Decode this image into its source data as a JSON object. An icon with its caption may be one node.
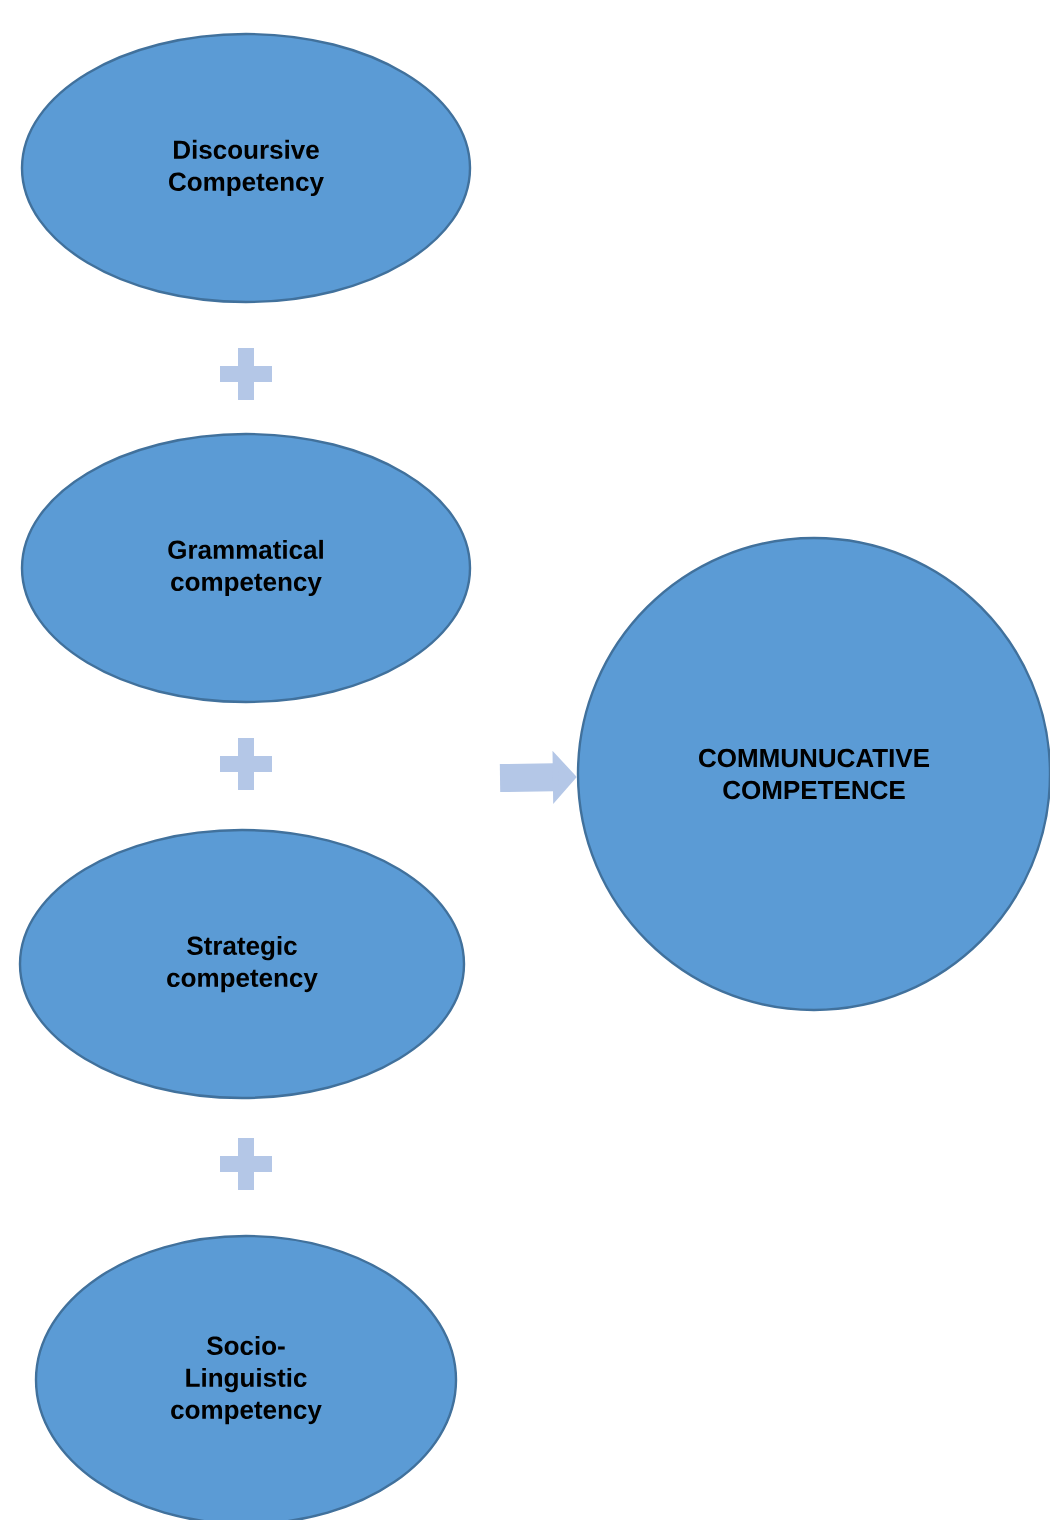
{
  "diagram": {
    "nodes": [
      {
        "text": [
          "Discoursive Competency"
        ]
      },
      {
        "text": [
          "Grammatical competency"
        ]
      },
      {
        "text": [
          "Strategic competency"
        ]
      },
      {
        "text": [
          "Socio- Linguistic competency"
        ]
      },
      {
        "text": [
          "COMMUNUCATIVE COMPETENCE"
        ]
      }
    ],
    "edges": [
      {
        "from": null,
        "to": 4,
        "arrow": "to"
      }
    ]
  }
}
